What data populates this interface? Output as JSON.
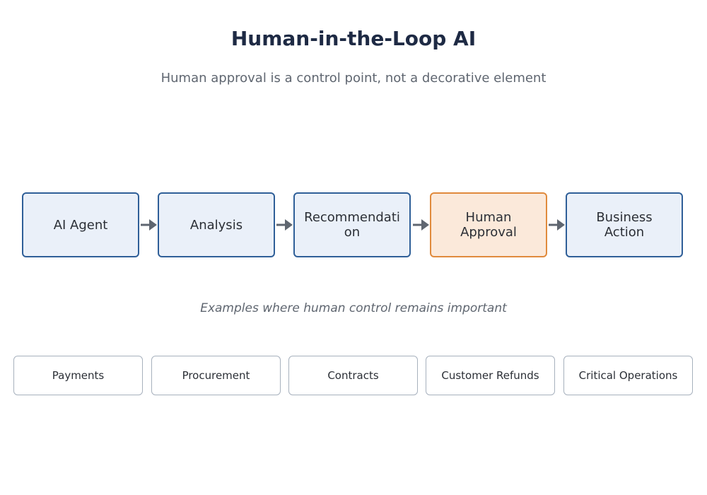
{
  "title": "Human-in-the-Loop AI",
  "subtitle": "Human approval is a control point, not a decorative element",
  "flow": {
    "steps": [
      {
        "label": "AI Agent",
        "highlight": false
      },
      {
        "label": "Analysis",
        "highlight": false
      },
      {
        "label": "Recommendati\non",
        "highlight": false
      },
      {
        "label": "Human\nApproval",
        "highlight": true
      },
      {
        "label": "Business\nAction",
        "highlight": false
      }
    ]
  },
  "caption": "Examples where human control remains important",
  "examples": [
    {
      "label": "Payments"
    },
    {
      "label": "Procurement"
    },
    {
      "label": "Contracts"
    },
    {
      "label": "Customer Refunds"
    },
    {
      "label": "Critical Operations"
    }
  ],
  "colors": {
    "step_border": "#2f5f98",
    "step_fill": "#eaf0f9",
    "highlight_border": "#e08a3c",
    "highlight_fill": "#fbe9da",
    "arrow": "#5f6670",
    "example_border": "#a7b1bd"
  },
  "icons": {
    "connector": "arrow-right-icon"
  }
}
